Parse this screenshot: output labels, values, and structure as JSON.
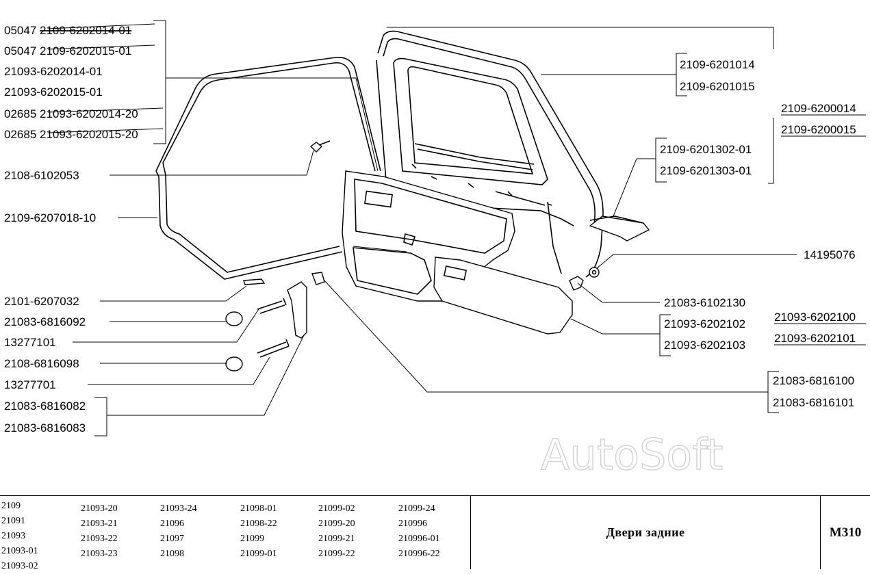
{
  "labels_left": {
    "l1_prefix": "05047",
    "l1_code": "2109-6202014-01",
    "l2_prefix": "05047",
    "l2_code": "2109-6202015-01",
    "l3": "21093-6202014-01",
    "l4": "21093-6202015-01",
    "l5_prefix": "02685",
    "l5_code": "21093-6202014-20",
    "l6_prefix": "02685",
    "l6_code": "21093-6202015-20",
    "l7": "2108-6102053",
    "l8": "2109-6207018-10",
    "l9": "2101-6207032",
    "l10": "21083-6816092",
    "l11": "13277101",
    "l12": "2108-6816098",
    "l13": "13277701",
    "l14": "21083-6816082",
    "l15": "21083-6816083"
  },
  "labels_right": {
    "r1": "2109-6201014",
    "r2": "2109-6201015",
    "r3": "2109-6200014",
    "r4": "2109-6200015",
    "r5": "2109-6201302-01",
    "r6": "2109-6201303-01",
    "r7": "14195076",
    "r8": "21083-6102130",
    "r9": "21093-6202102",
    "r10": "21093-6202103",
    "r11": "21093-6202100",
    "r12": "21093-6202101",
    "r13": "21083-6816100",
    "r14": "21083-6816101"
  },
  "watermark": "AutoSoft",
  "footer": {
    "models": [
      [
        "2109",
        "21091",
        "21093",
        "21093-01",
        "21093-02"
      ],
      [
        "21093-20",
        "21093-21",
        "21093-22",
        "21093-23"
      ],
      [
        "21093-24",
        "21096",
        "21097",
        "21098"
      ],
      [
        "21098-01",
        "21098-22",
        "21099",
        "21099-01"
      ],
      [
        "21099-02",
        "21099-20",
        "21099-21",
        "21099-22"
      ],
      [
        "21099-24",
        "210996",
        "210996-01",
        "210996-22"
      ]
    ],
    "title": "Двери задние",
    "code": "M310"
  }
}
